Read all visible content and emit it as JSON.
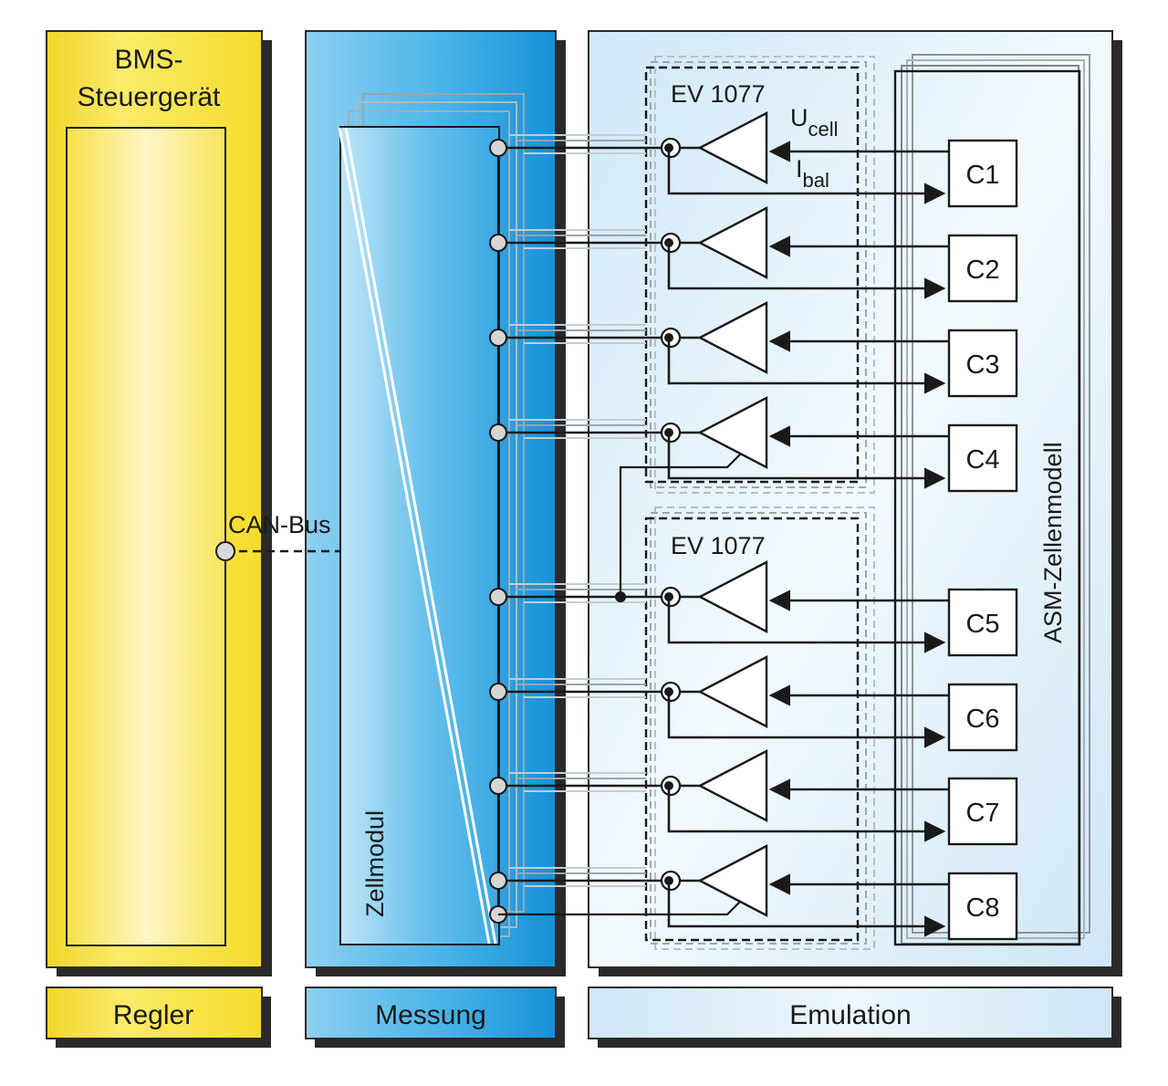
{
  "panels": {
    "regler": {
      "header": "BMS-\nSteuergerät",
      "footer": "Regler",
      "bus_label": "CAN-Bus"
    },
    "messung": {
      "module_label": "Zellmodul",
      "footer": "Messung"
    },
    "emulation": {
      "footer": "Emulation",
      "chip_labels": [
        "EV 1077",
        "EV 1077"
      ],
      "u_label": "U",
      "u_sub": "cell",
      "i_label": "I",
      "i_sub": "bal",
      "model_label": "ASM-Zellenmodell",
      "cells": [
        "C1",
        "C2",
        "C3",
        "C4",
        "C5",
        "C6",
        "C7",
        "C8"
      ]
    }
  },
  "colors": {
    "regler_yellow": "#f7e23a",
    "messung_blue": "#2fa6e2",
    "emulation_blue": "#d7ecf8",
    "line": "#1a1a1a"
  }
}
